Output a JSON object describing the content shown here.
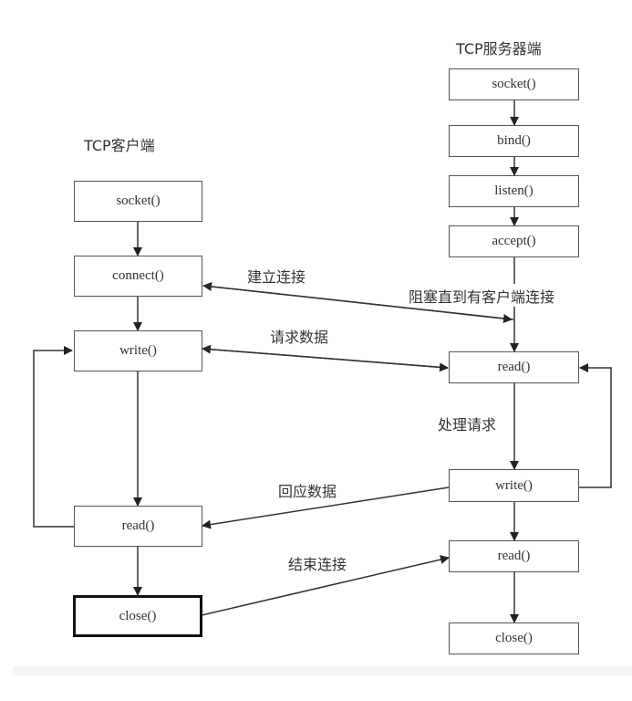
{
  "client": {
    "title": "TCP客户端",
    "boxes": [
      "socket()",
      "connect()",
      "write()",
      "read()",
      "close()"
    ]
  },
  "server": {
    "title": "TCP服务器端",
    "boxes": [
      "socket()",
      "bind()",
      "listen()",
      "accept()",
      "read()",
      "write()",
      "read()",
      "close()"
    ]
  },
  "labels": {
    "establish": "建立连接",
    "block_until": "阻塞直到有客户端连接",
    "request_data": "请求数据",
    "process_request": "处理请求",
    "response_data": "回应数据",
    "end_connection": "结束连接"
  },
  "colors": {
    "line": "#333333",
    "box_border": "#555555",
    "text": "#333333"
  }
}
